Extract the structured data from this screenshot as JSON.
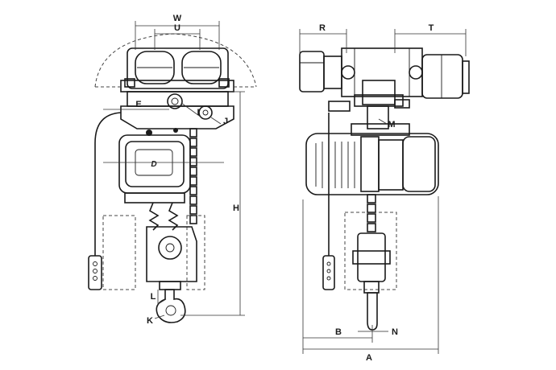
{
  "labels": {
    "W": "W",
    "U": "U",
    "E": "E",
    "I": "I",
    "J": "J",
    "H": "H",
    "L": "L",
    "K": "K",
    "R": "R",
    "T": "T",
    "M": "M",
    "B": "B",
    "N": "N",
    "A": "A"
  }
}
